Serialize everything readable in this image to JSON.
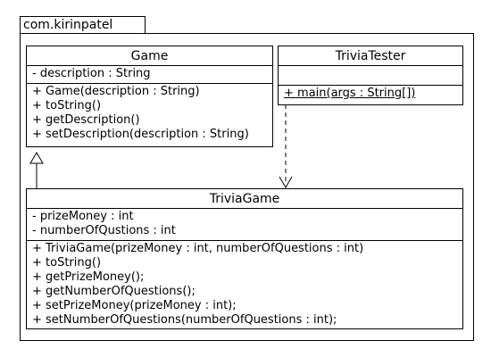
{
  "package": {
    "name": "com.kirinpatel"
  },
  "classes": {
    "game": {
      "name": "Game",
      "attributes": [
        "- description : String"
      ],
      "methods": [
        "+ Game(description : String)",
        "+ toString()",
        "+ getDescription()",
        "+ setDescription(description : String)"
      ]
    },
    "trivia_tester": {
      "name": "TriviaTester",
      "attributes": [],
      "methods": [
        "+ main(args : String[])"
      ]
    },
    "trivia_game": {
      "name": "TriviaGame",
      "attributes": [
        "- prizeMoney : int",
        "- numberOfQustions : int"
      ],
      "methods": [
        "+ TriviaGame(prizeMoney : int, numberOfQuestions : int)",
        "+ toString()",
        "+ getPrizeMoney();",
        "+ getNumberOfQuestions();",
        "+ setPrizeMoney(prizeMoney : int);",
        "+ setNumberOfQuestions(numberOfQuestions : int);"
      ]
    }
  }
}
